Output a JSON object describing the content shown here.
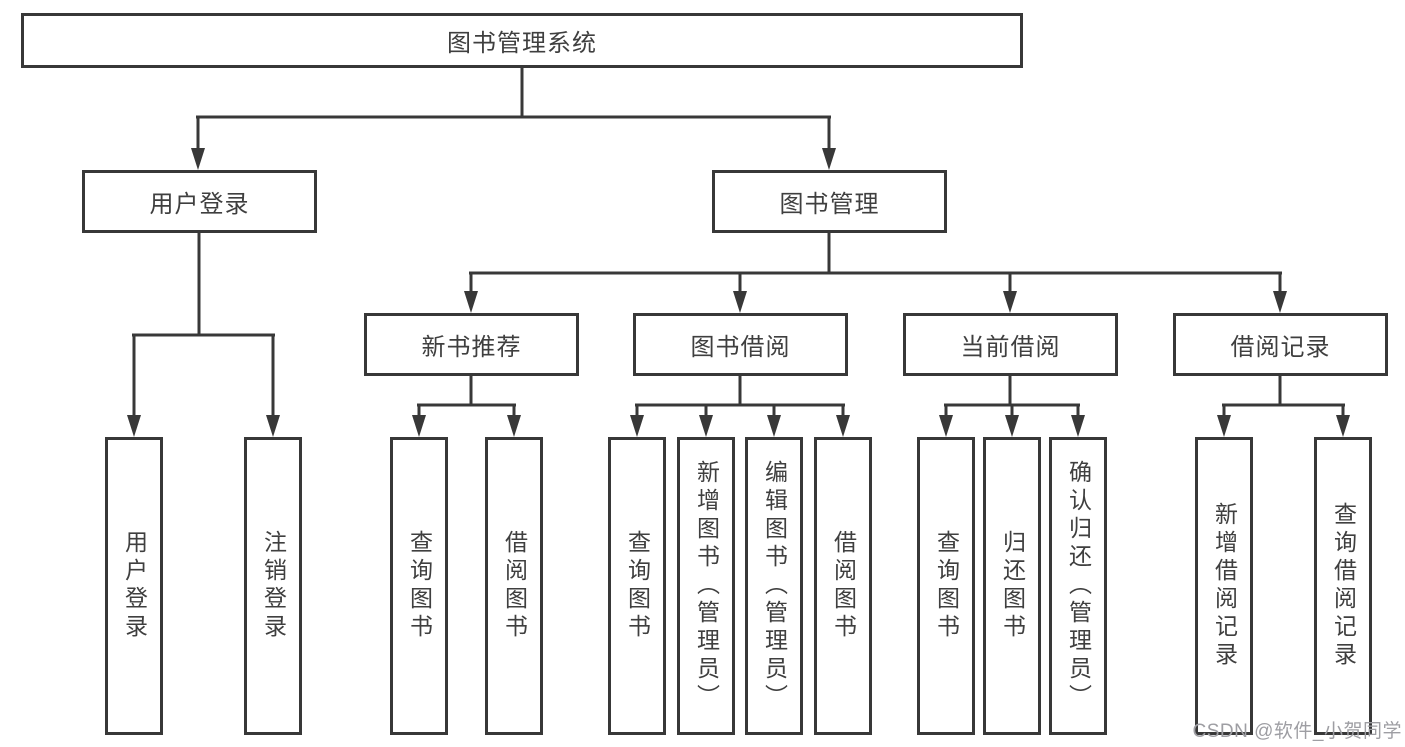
{
  "diagram": {
    "root": "图书管理系统",
    "user_login_branch": {
      "label": "用户登录",
      "children": {
        "login": "用户登录",
        "logout": "注销登录"
      }
    },
    "book_mgmt_branch": {
      "label": "图书管理",
      "sections": {
        "new_book": {
          "label": "新书推荐",
          "children": {
            "query": "查询图书",
            "borrow": "借阅图书"
          }
        },
        "borrowing": {
          "label": "图书借阅",
          "children": {
            "query": "查询图书",
            "add": "新增图书（管理员）",
            "edit": "编辑图书（管理员）",
            "borrow": "借阅图书"
          }
        },
        "current": {
          "label": "当前借阅",
          "children": {
            "query": "查询图书",
            "return": "归还图书",
            "confirm": "确认归还（管理员）"
          }
        },
        "records": {
          "label": "借阅记录",
          "children": {
            "add": "新增借阅记录",
            "query": "查询借阅记录"
          }
        }
      }
    },
    "watermark": "CSDN @软件_小贺同学"
  },
  "colors": {
    "line": "#383838",
    "text": "#3f3f3f",
    "watermark": "#9e9ea3",
    "background": "#ffffff"
  }
}
